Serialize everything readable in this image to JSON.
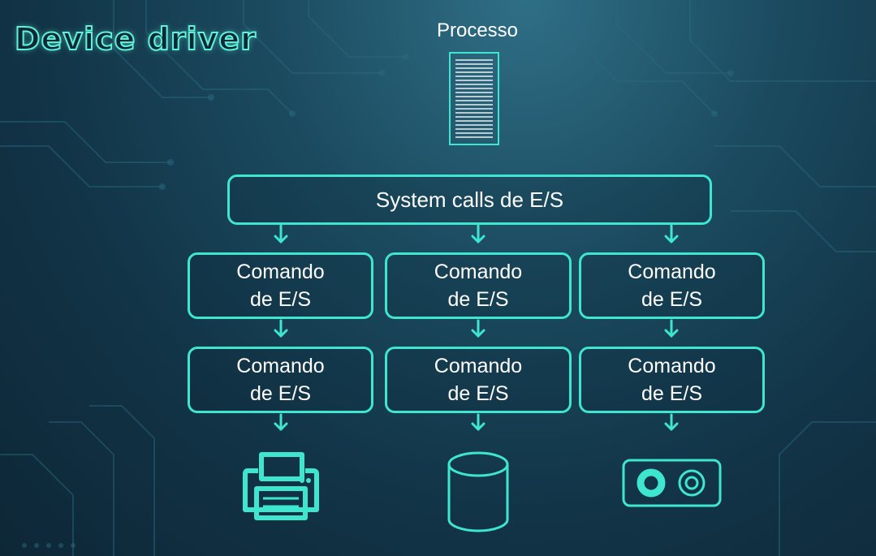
{
  "title": "Device driver",
  "process": {
    "label": "Processo"
  },
  "system_calls": {
    "label": "System calls de E/S"
  },
  "rows": [
    [
      {
        "line1": "Comando",
        "line2": "de E/S"
      },
      {
        "line1": "Comando",
        "line2": "de E/S"
      },
      {
        "line1": "Comando",
        "line2": "de E/S"
      }
    ],
    [
      {
        "line1": "Comando",
        "line2": "de E/S"
      },
      {
        "line1": "Comando",
        "line2": "de E/S"
      },
      {
        "line1": "Comando",
        "line2": "de E/S"
      }
    ]
  ],
  "devices": [
    "printer-icon",
    "disk-cylinder-icon",
    "tape-drive-icon"
  ],
  "colors": {
    "accent": "#3fe6cf",
    "title_glow": "#5ff2d8",
    "background": "#123447",
    "text": "#ffffff"
  }
}
